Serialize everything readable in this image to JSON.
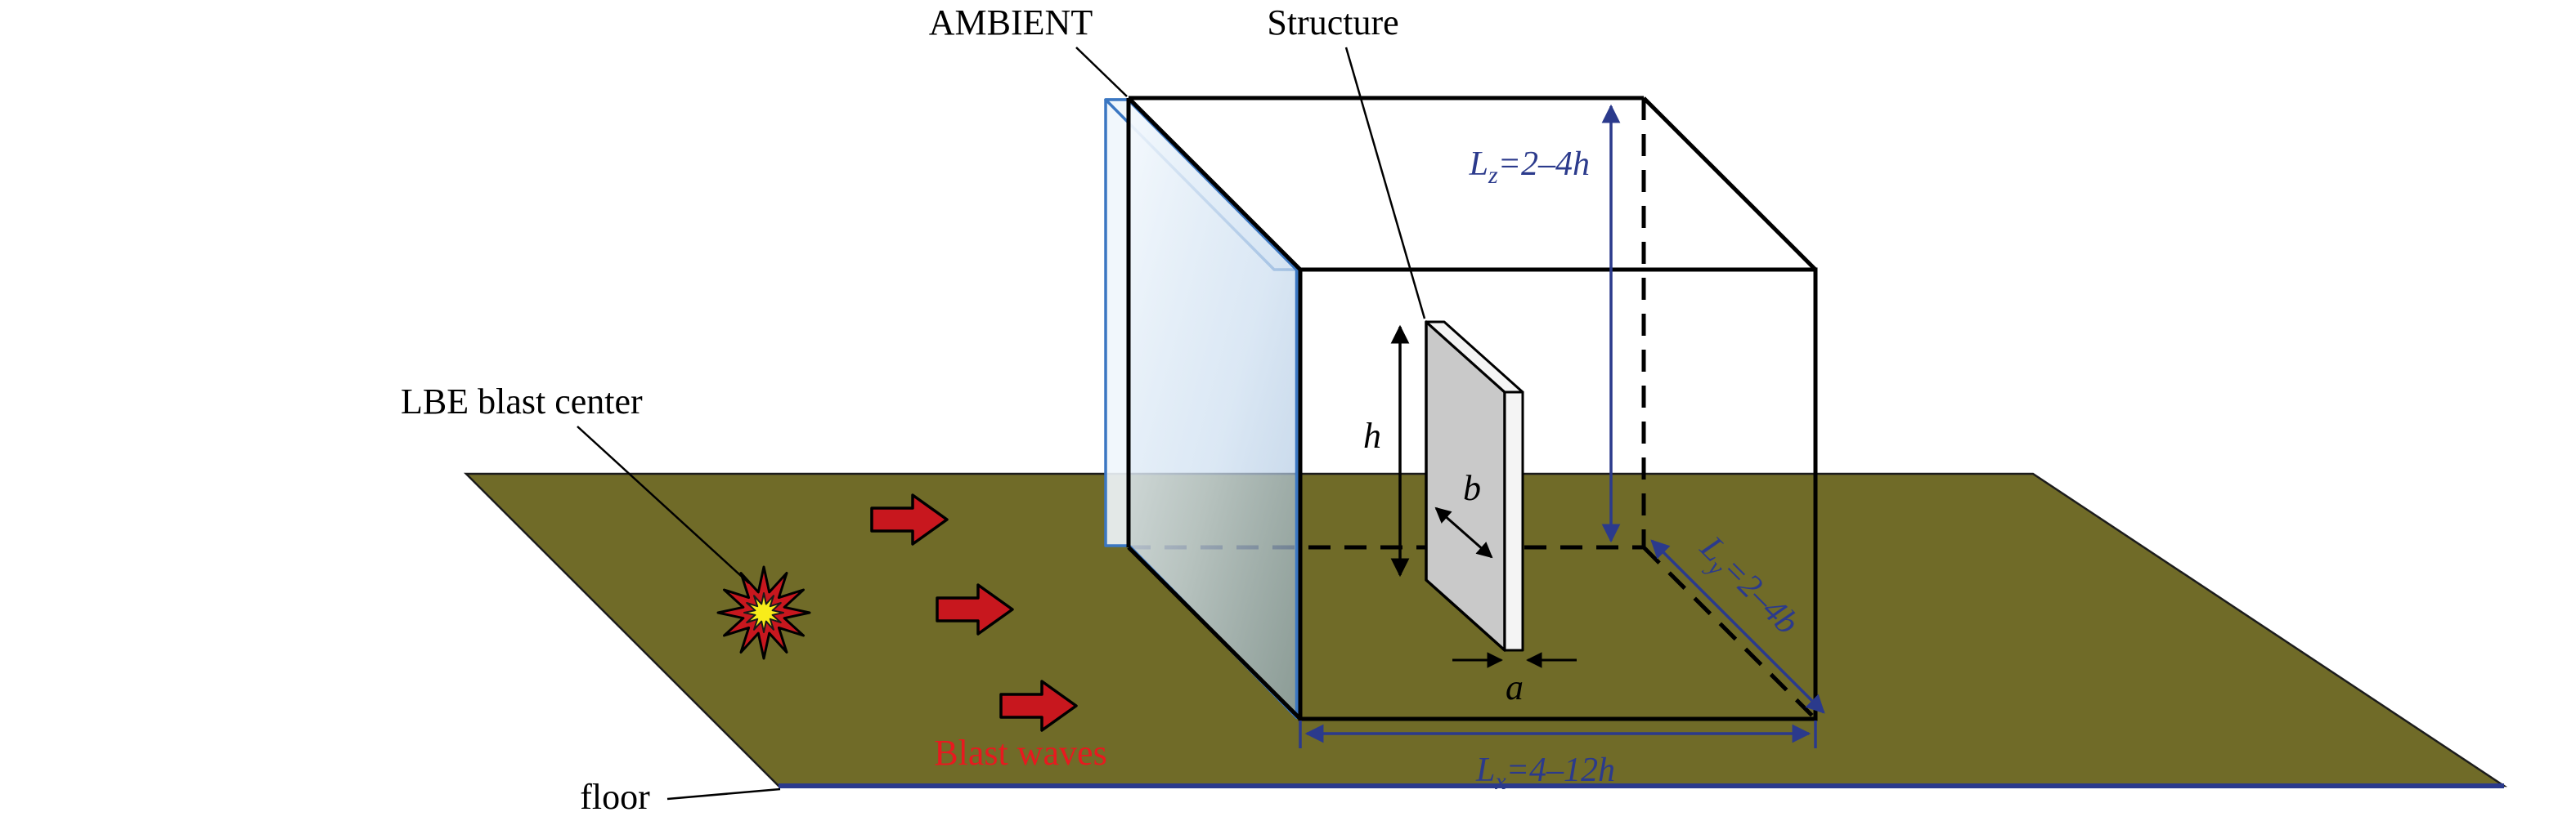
{
  "figure": {
    "labels": {
      "ambient": "AMBIENT",
      "structure": "Structure",
      "blast_center": "LBE blast center",
      "blast_waves": "Blast waves",
      "floor": "floor"
    },
    "dimensions": {
      "lz": {
        "name": "L",
        "sub": "z",
        "eq": "=2–4",
        "var": "h"
      },
      "ly": {
        "name": "L",
        "sub": "y",
        "eq": "=2–4",
        "var": "b"
      },
      "lx": {
        "name": "L",
        "sub": "x",
        "eq": "=4–12",
        "var": "h"
      },
      "height": "h",
      "width": "b",
      "thickness": "a"
    },
    "icons": {
      "blast_center": "explosion-burst-icon",
      "blast_wave": "right-block-arrow-icon"
    }
  },
  "colors": {
    "floor": "#706b28",
    "panel": "#c7dbef",
    "panel_stroke": "#3b77c2",
    "structure": "#c9c9c9",
    "dim": "#2b3a8c",
    "red_text": "#e8191f",
    "arrow": "#c8171e",
    "star_inner": "#f8ec1a"
  }
}
